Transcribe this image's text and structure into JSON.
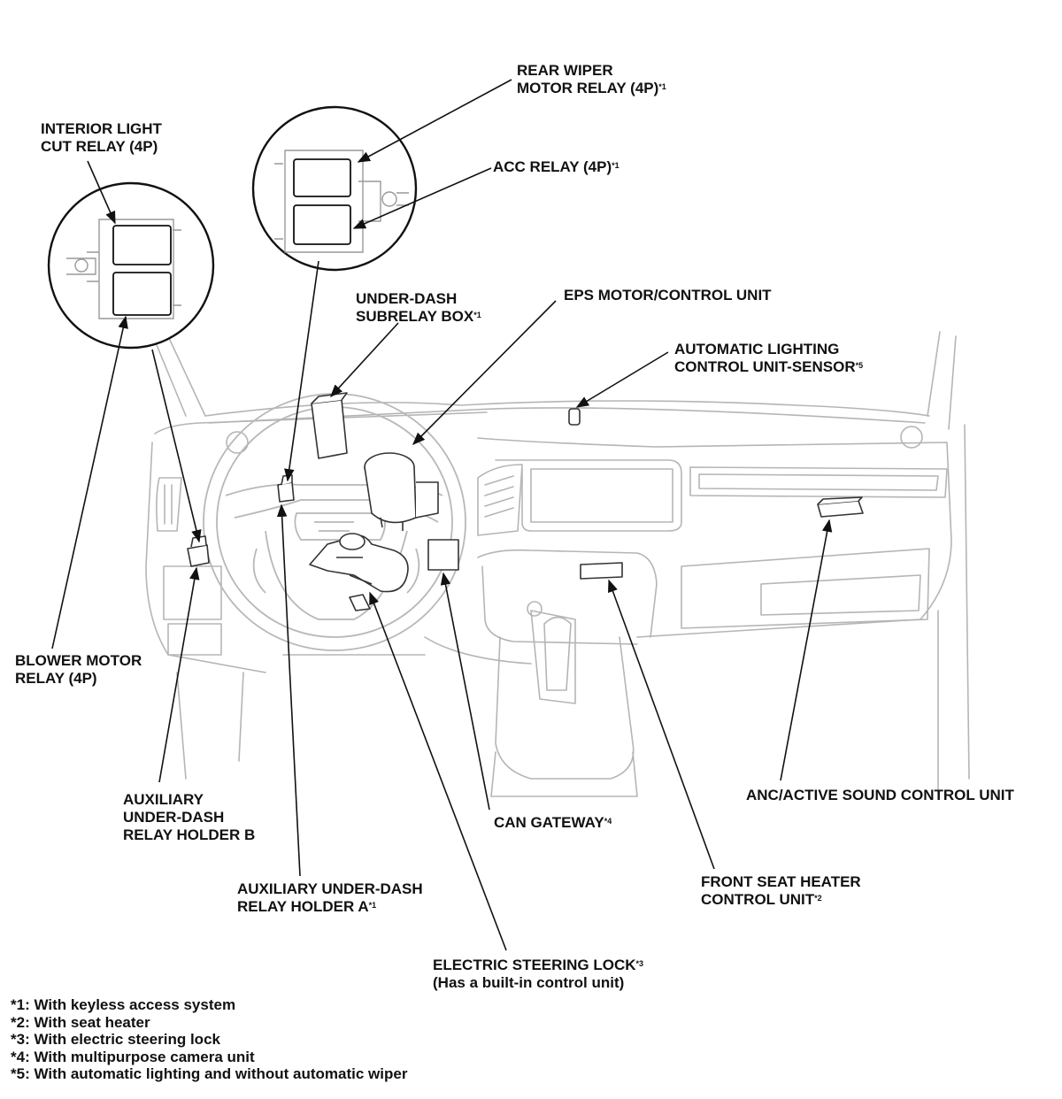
{
  "labels": {
    "rear_wiper": {
      "line1": "REAR WIPER",
      "line2": "MOTOR RELAY (4P)",
      "sup": "*1"
    },
    "acc_relay": {
      "line1": "ACC RELAY (4P)",
      "sup": "*1"
    },
    "interior_light": {
      "line1": "INTERIOR LIGHT",
      "line2": "CUT RELAY (4P)"
    },
    "under_dash_subrelay": {
      "line1": "UNDER-DASH",
      "line2": "SUBRELAY BOX",
      "sup": "*1"
    },
    "eps_motor": {
      "line1": "EPS MOTOR/CONTROL UNIT"
    },
    "auto_lighting": {
      "line1": "AUTOMATIC LIGHTING",
      "line2": "CONTROL UNIT-SENSOR",
      "sup": "*5"
    },
    "blower_motor": {
      "line1": "BLOWER MOTOR",
      "line2": "RELAY (4P)"
    },
    "aux_relay_b": {
      "line1": "AUXILIARY",
      "line2": "UNDER-DASH",
      "line3": "RELAY HOLDER B"
    },
    "aux_relay_a": {
      "line1": "AUXILIARY UNDER-DASH",
      "line2": "RELAY HOLDER A",
      "sup": "*1"
    },
    "can_gateway": {
      "line1": "CAN GATEWAY",
      "sup": "*4"
    },
    "anc_unit": {
      "line1": "ANC/ACTIVE SOUND CONTROL UNIT"
    },
    "seat_heater": {
      "line1": "FRONT SEAT HEATER",
      "line2": "CONTROL UNIT",
      "sup": "*2"
    },
    "steering_lock": {
      "line1": "ELECTRIC STEERING LOCK",
      "sup": "*3",
      "line2": "(Has a built-in control unit)"
    }
  },
  "footnotes": [
    "*1: With keyless access system",
    "*2: With seat heater",
    "*3: With electric steering lock",
    "*4: With multipurpose camera unit",
    "*5: With automatic lighting and without automatic wiper"
  ]
}
